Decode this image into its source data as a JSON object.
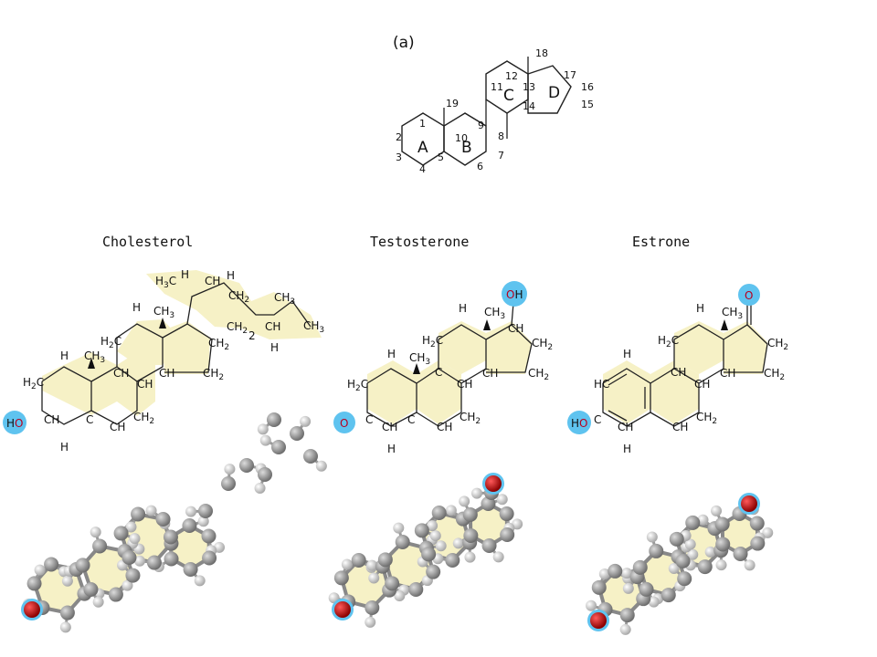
{
  "panel_label": "(a)",
  "steroid_core": {
    "ring_letters": [
      "A",
      "B",
      "C",
      "D"
    ],
    "position_numbers": [
      "1",
      "2",
      "3",
      "4",
      "5",
      "6",
      "7",
      "8",
      "9",
      "10",
      "11",
      "12",
      "13",
      "14",
      "15",
      "16",
      "17",
      "18",
      "19"
    ]
  },
  "molecules": [
    {
      "name": "Cholesterol"
    },
    {
      "name": "Testosterone"
    },
    {
      "name": "Estrone"
    }
  ],
  "colors": {
    "ring_fill": "#f6f1c6",
    "functional_group_highlight": "#5fc3ef",
    "oxygen": "#b8001f",
    "carbon_ball": "#9a9a9a",
    "hydrogen_ball": "#e6e6e6"
  }
}
